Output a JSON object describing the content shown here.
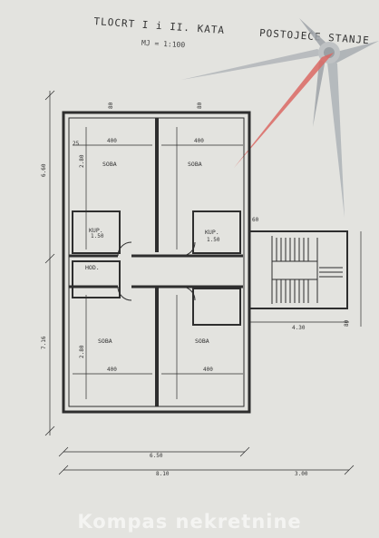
{
  "drawing": {
    "title": "TLOCRT I i II. KATA",
    "subtitle": "POSTOJEĆE STANJE",
    "scale": "MJ = 1:100"
  },
  "rooms": {
    "room_top_left": "SOBA",
    "room_top_right": "SOBA",
    "room_bottom_left": "SOBA",
    "room_bottom_right": "SOBA",
    "bath_top_left": "KUP.",
    "bath_top_right": "KUP.",
    "hall_left": "HOD."
  },
  "dimensions": {
    "top_left_width": "400",
    "top_right_width": "400",
    "bottom_left_width": "400",
    "bottom_right_width": "400",
    "total_width": "8.10",
    "inner_width": "6.50",
    "stair_width": "3.00",
    "stair_offset": "4.30",
    "left_total_height": "6.60",
    "left_lower_height": "7.16",
    "room_height_tl": "2.80",
    "room_height_bl": "2.80",
    "bath_w": "1.50",
    "bath_w2": "1.50",
    "wall_a": "80",
    "wall_b": "80",
    "wall_c": "25",
    "wall_d": "60",
    "right_mark": "80"
  },
  "watermark": "Kompas nekretnine",
  "colors": {
    "paper": "#e3e3df",
    "ink": "#2e2e2e",
    "compass_gray": "#9ea3a8",
    "compass_red": "#d9534f"
  }
}
